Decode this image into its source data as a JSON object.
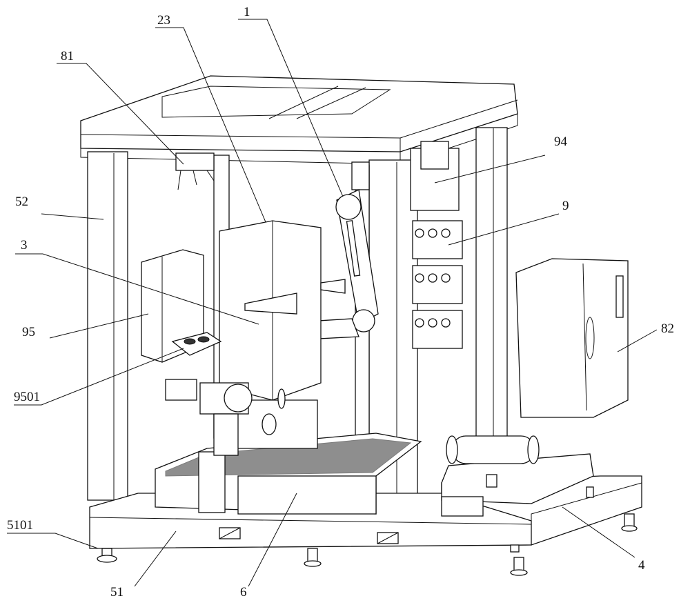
{
  "labels": {
    "l1": "1",
    "l23": "23",
    "l81": "81",
    "l94": "94",
    "l52": "52",
    "l9": "9",
    "l3": "3",
    "l95": "95",
    "l82": "82",
    "l9501": "9501",
    "l5101": "5101",
    "l51": "51",
    "l6": "6",
    "l4": "4"
  }
}
